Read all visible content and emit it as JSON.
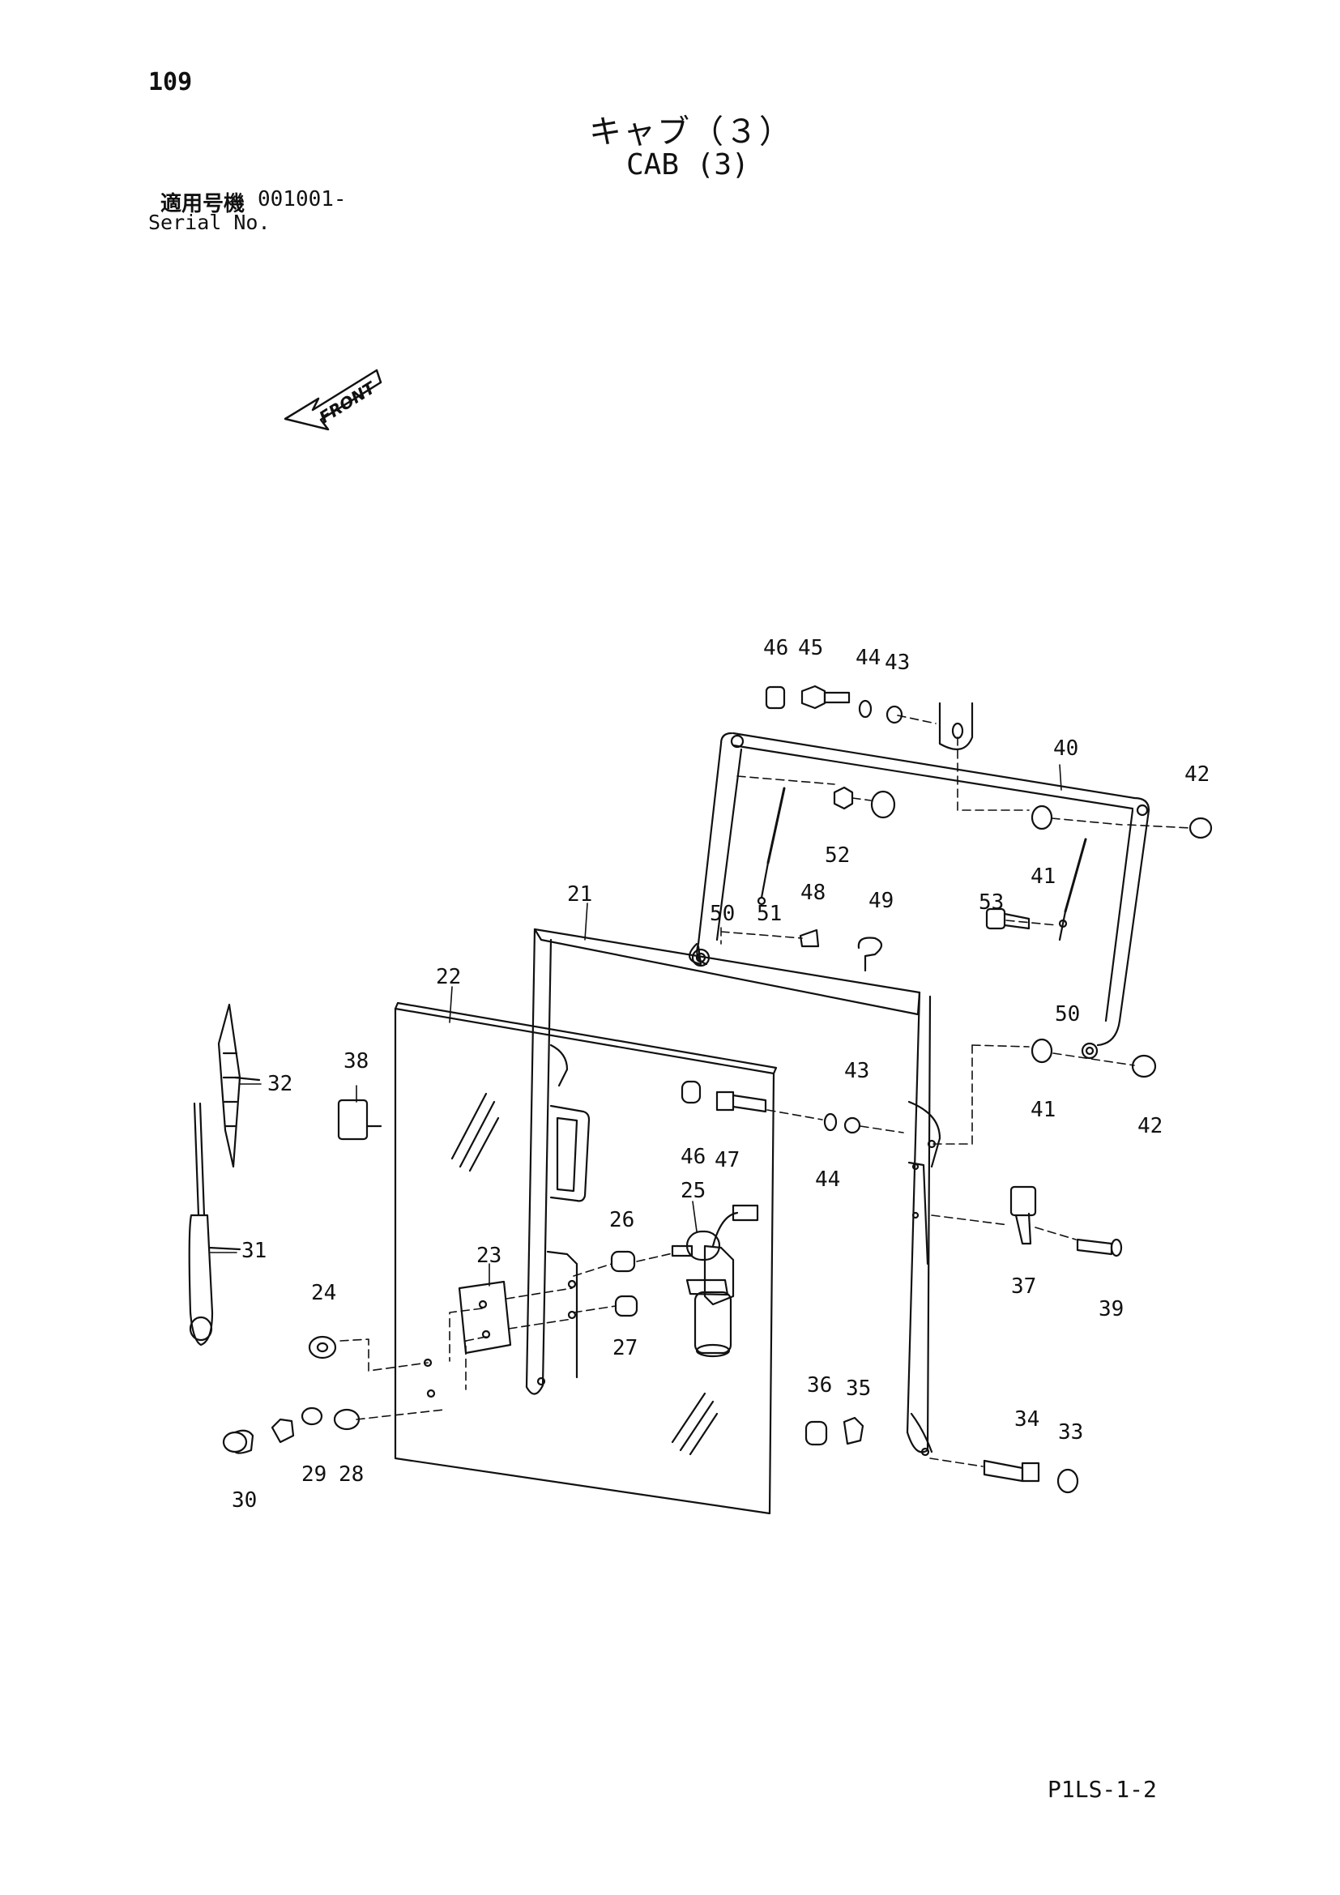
{
  "header": {
    "page_number": "109",
    "title_jp": "キャブ（３）",
    "title_en": "CAB (3)",
    "serial_label_jp": "適用号機",
    "serial_value": "001001-",
    "serial_label_en": "Serial No."
  },
  "diagram": {
    "front_arrow_label": "FRONT",
    "part_labels": [
      "21",
      "22",
      "23",
      "24",
      "25",
      "26",
      "27",
      "28",
      "29",
      "30",
      "31",
      "32",
      "33",
      "34",
      "35",
      "36",
      "37",
      "38",
      "39",
      "40",
      "41",
      "41",
      "42",
      "42",
      "43",
      "43",
      "44",
      "44",
      "45",
      "46",
      "46",
      "47",
      "48",
      "49",
      "50",
      "50",
      "51",
      "52",
      "53"
    ]
  },
  "footer": {
    "page_code": "P1LS-1-2"
  }
}
